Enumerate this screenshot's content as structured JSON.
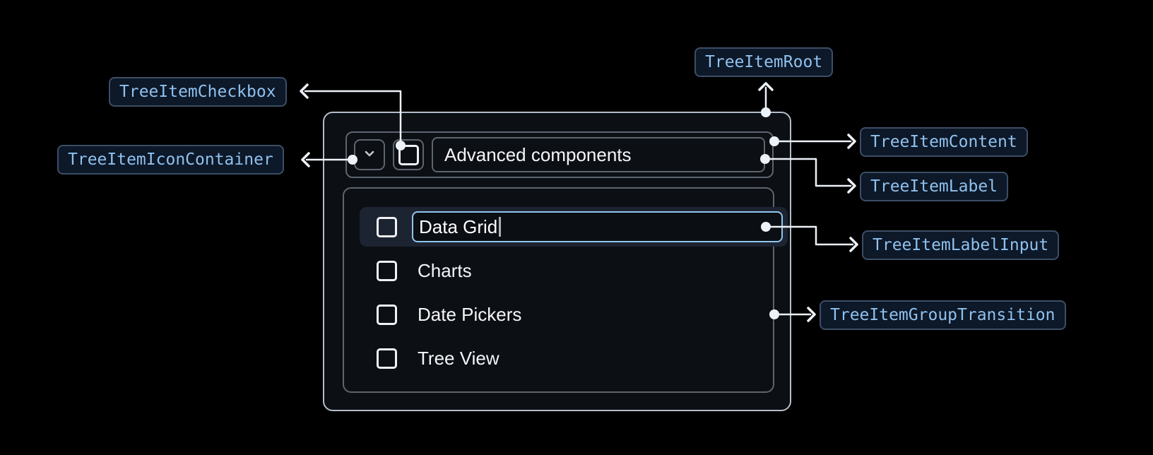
{
  "colors": {
    "background": "#000000",
    "root_border": "#b4bec9",
    "inner_border": "#5d656e",
    "badge_text": "#8fc1ee",
    "badge_bg": "#0d1828",
    "badge_border": "#3c4e66",
    "input_accent": "#92c5f0",
    "row_highlight": "#1d2431",
    "connector": "#edf2f8",
    "text": "#f5f6f8"
  },
  "badges": [
    {
      "id": "tree-item-checkbox",
      "label": "TreeItemCheckbox"
    },
    {
      "id": "tree-item-icon-container",
      "label": "TreeItemIconContainer"
    },
    {
      "id": "tree-item-root",
      "label": "TreeItemRoot"
    },
    {
      "id": "tree-item-content",
      "label": "TreeItemContent"
    },
    {
      "id": "tree-item-label",
      "label": "TreeItemLabel"
    },
    {
      "id": "tree-item-label-input",
      "label": "TreeItemLabelInput"
    },
    {
      "id": "tree-item-group-transition",
      "label": "TreeItemGroupTransition"
    }
  ],
  "tree": {
    "parent_label": "Advanced components",
    "edit_value": "Data Grid",
    "group_items": [
      "Charts",
      "Date Pickers",
      "Tree View"
    ],
    "icons": {
      "expand": "chevron-down-icon",
      "checkbox": "checkbox-unchecked-icon"
    }
  }
}
